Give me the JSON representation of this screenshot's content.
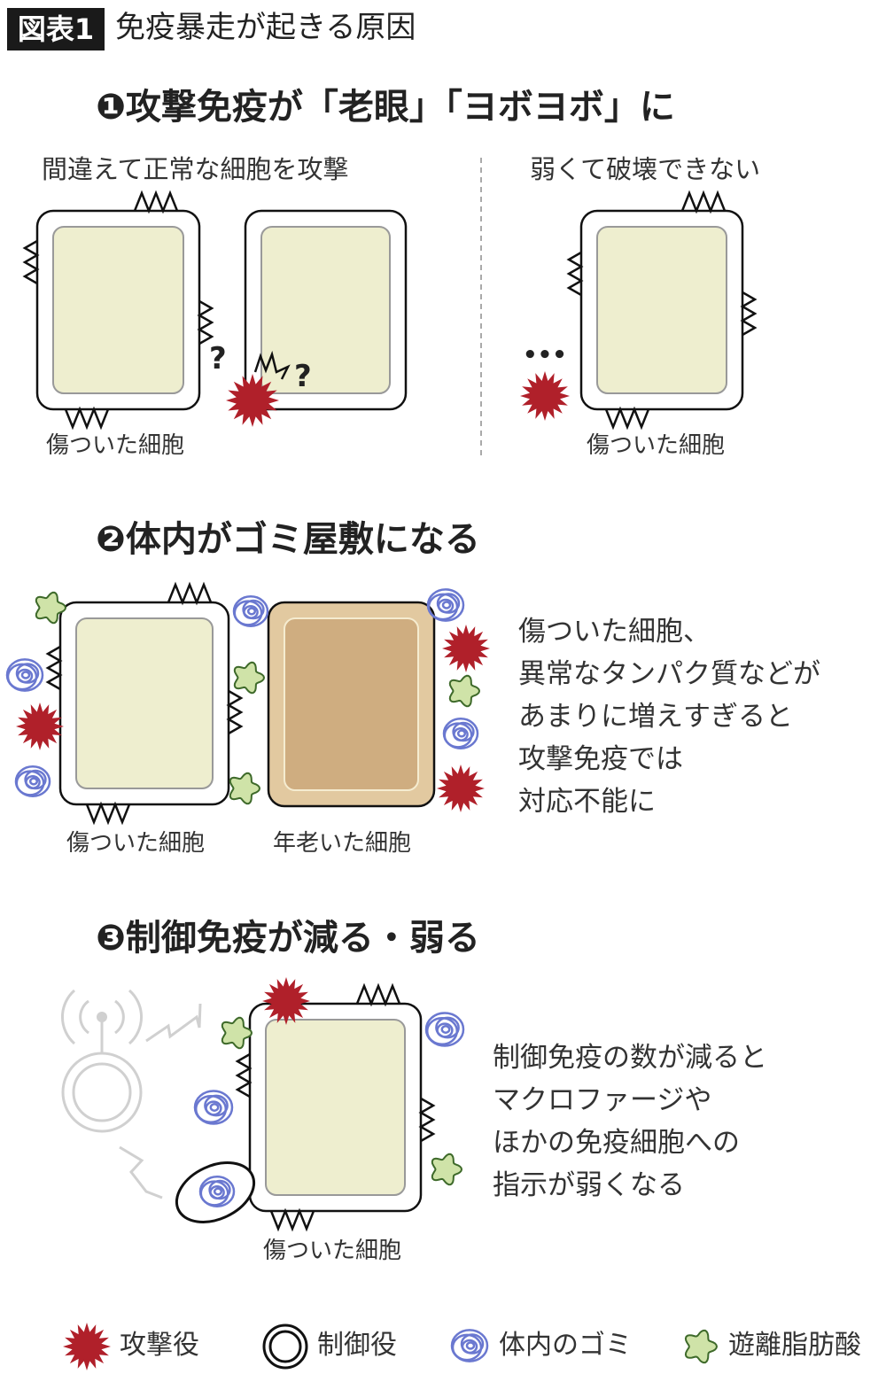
{
  "figure_badge": "図表1",
  "title": "免疫暴走が起きる原因",
  "section1": {
    "heading": "❶攻撃免疫が「老眼」「ヨボヨボ」に",
    "left_caption": "間違えて正常な細胞を攻撃",
    "right_caption": "弱くて破壊できない",
    "left_cell_label": "傷ついた細胞",
    "right_cell_label": "傷ついた細胞",
    "question_mark": "?",
    "ellipsis": "•••"
  },
  "section2": {
    "heading": "❷体内がゴミ屋敷になる",
    "damaged_cell_label": "傷ついた細胞",
    "old_cell_label": "年老いた細胞",
    "text_lines": [
      "傷ついた細胞、",
      "異常なタンパク質などが",
      "あまりに増えすぎると",
      "攻撃免疫では",
      "対応不能に"
    ]
  },
  "section3": {
    "heading": "❸制御免疫が減る・弱る",
    "cell_label": "傷ついた細胞",
    "text_lines": [
      "制御免疫の数が減ると",
      "マクロファージや",
      "ほかの免疫細胞への",
      "指示が弱くなる"
    ]
  },
  "legend": [
    {
      "label": "攻撃役",
      "icon": "attack-star-icon"
    },
    {
      "label": "制御役",
      "icon": "control-ring-icon"
    },
    {
      "label": "体内のゴミ",
      "icon": "debris-scribble-icon"
    },
    {
      "label": "遊離脂肪酸",
      "icon": "fatty-acid-blob-icon"
    }
  ],
  "colors": {
    "attack": "#b0202a",
    "debris": "#6a78d0",
    "fatty_acid_fill": "#cfe3a8",
    "fatty_acid_stroke": "#3e6a2a",
    "cell_inner": "#eeeecf",
    "old_cell_outer": "#e2c9a0",
    "old_cell_inner": "#cfad80",
    "faded": "#d0d0d0"
  }
}
